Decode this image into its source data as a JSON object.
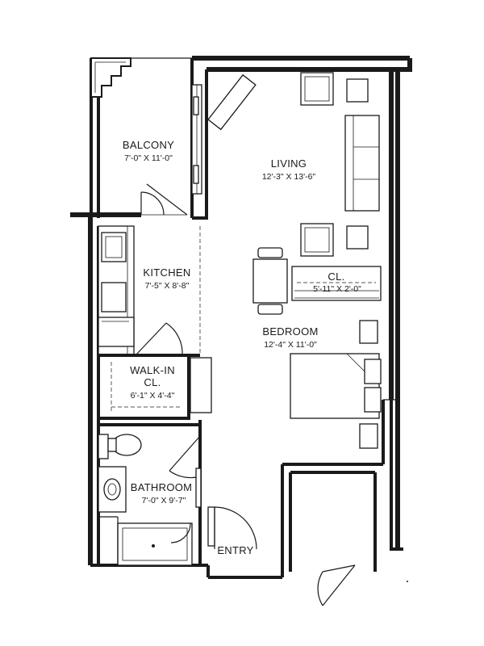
{
  "rooms": {
    "balcony": {
      "name": "BALCONY",
      "dim": "7'-0\" X 11'-0\""
    },
    "living": {
      "name": "LIVING",
      "dim": "12'-3\" X 13'-6\""
    },
    "kitchen": {
      "name": "KITCHEN",
      "dim": "7'-5\" X 8'-8\""
    },
    "closet": {
      "name": "CL.",
      "dim": "5'-11\" X 2'-0\""
    },
    "bedroom": {
      "name": "BEDROOM",
      "dim": "12'-4\" X 11'-0\""
    },
    "walkin": {
      "name_line1": "WALK-IN",
      "name_line2": "CL.",
      "dim": "6'-1\" X 4'-4\""
    },
    "bathroom": {
      "name": "BATHROOM",
      "dim": "7'-0\" X 9'-7\""
    },
    "entry": {
      "name": "ENTRY"
    }
  }
}
